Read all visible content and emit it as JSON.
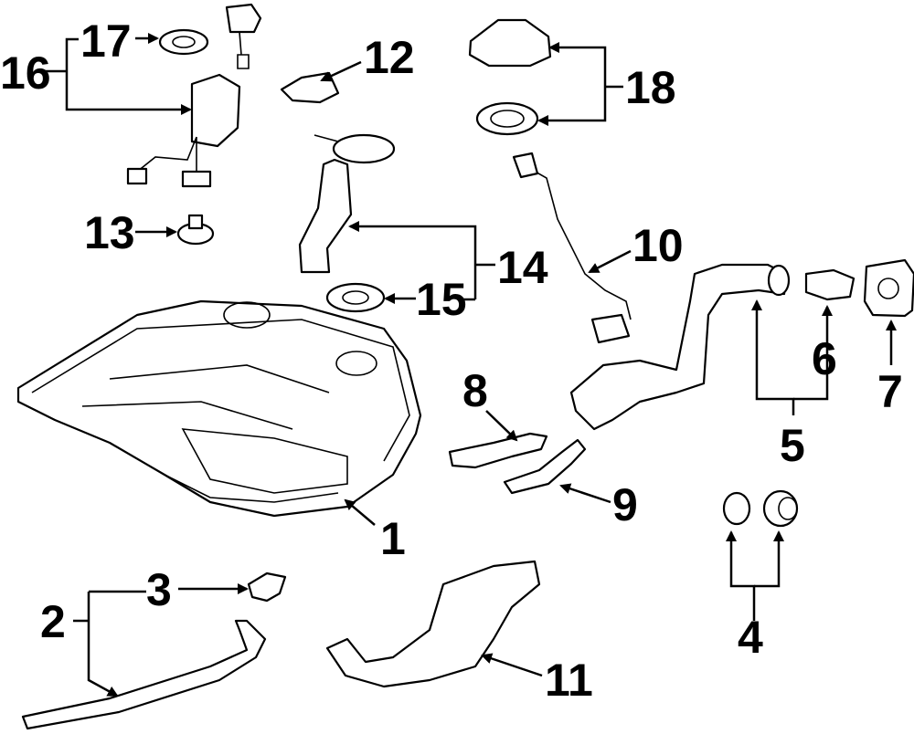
{
  "labels": {
    "l1": "1",
    "l2": "2",
    "l3": "3",
    "l4": "4",
    "l5": "5",
    "l6": "6",
    "l7": "7",
    "l8": "8",
    "l9": "9",
    "l10": "10",
    "l11": "11",
    "l12": "12",
    "l13": "13",
    "l14": "14",
    "l15": "15",
    "l16": "16",
    "l17": "17",
    "l18": "18"
  },
  "colors": {
    "ink": "#000000",
    "paper": "#ffffff"
  }
}
